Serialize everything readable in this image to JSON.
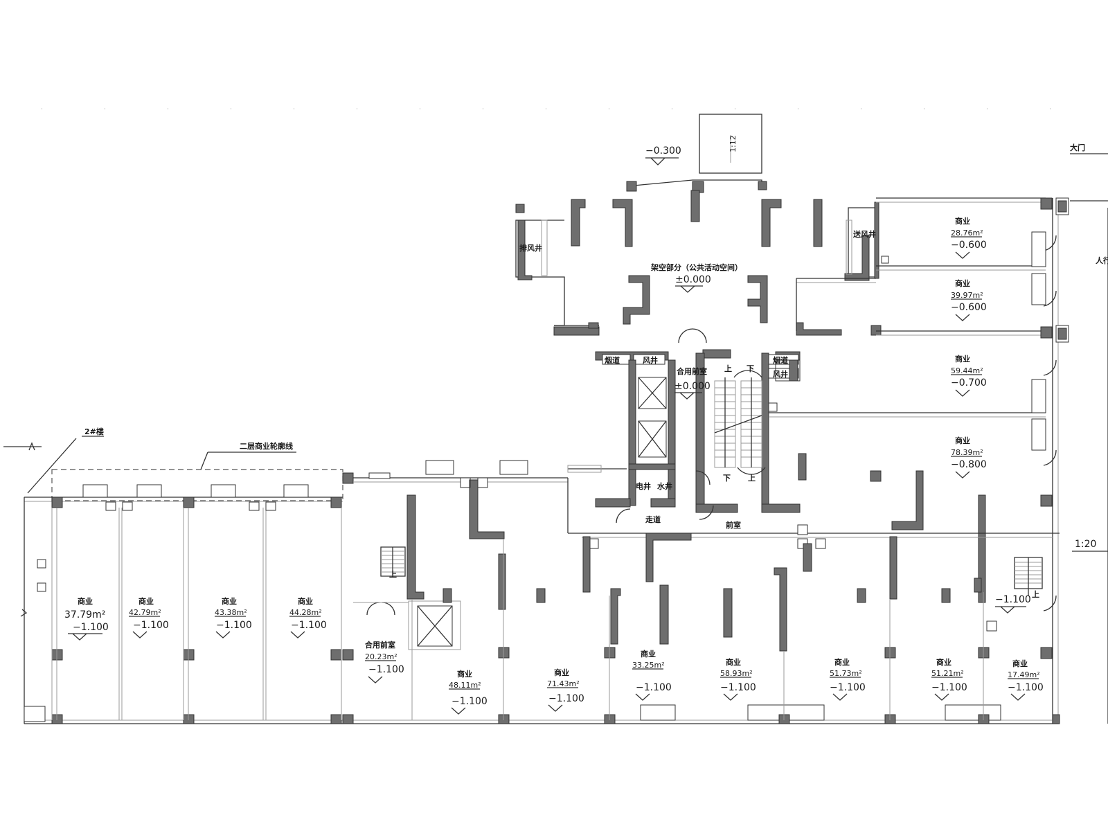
{
  "drawing": {
    "elev_top": "−0.300",
    "ramp_top": "1:12",
    "main_gate": "大门",
    "partial_right": "人行",
    "exhaust_shaft": "排风井",
    "supply_shaft": "送风井",
    "open_space": "架空部分（公共活动空间）",
    "open_space_level": "±0.000",
    "shared_lobby": "合用前室",
    "shared_lobby_level": "±0.000",
    "smoke_duct_left": "烟道",
    "air_shaft": "风井",
    "smoke_duct_right": "烟道",
    "air_shaft_right": "风井",
    "elec_shaft": "电井",
    "water_shaft": "水井",
    "corridor": "走道",
    "front_room": "前室",
    "stair_up": "上",
    "stair_down": "下",
    "building2": "2#楼",
    "outline_note": "二层商业轮廓线",
    "ramp_right": "1:20",
    "shared_lobby_bottom": "合用前室",
    "shared_lobby_bottom_area": "20.23m²",
    "shared_lobby_bottom_level": "−1.100",
    "stair_right_level": "−1.100"
  },
  "shops_right": [
    {
      "name": "商业",
      "area": "28.76m²",
      "level": "−0.600"
    },
    {
      "name": "商业",
      "area": "39.97m²",
      "level": "−0.600"
    },
    {
      "name": "商业",
      "area": "59.44m²",
      "level": "−0.700"
    },
    {
      "name": "商业",
      "area": "78.39m²",
      "level": "−0.800"
    }
  ],
  "shops_left": [
    {
      "name": "商业",
      "area": "37.79m²",
      "level": "−1.100"
    },
    {
      "name": "商业",
      "area": "42.79m²",
      "level": "−1.100"
    },
    {
      "name": "商业",
      "area": "43.38m²",
      "level": "−1.100"
    },
    {
      "name": "商业",
      "area": "44.28m²",
      "level": "−1.100"
    }
  ],
  "shops_bottom": [
    {
      "name": "商业",
      "area": "48.11m²",
      "level": "−1.100"
    },
    {
      "name": "商业",
      "area": "71.43m²",
      "level": "−1.100"
    },
    {
      "name": "商业",
      "area": "33.25m²",
      "level": "−1.100"
    },
    {
      "name": "商业",
      "area": "58.93m²",
      "level": "−1.100"
    },
    {
      "name": "商业",
      "area": "51.73m²",
      "level": "−1.100"
    },
    {
      "name": "商业",
      "area": "51.21m²",
      "level": "−1.100"
    },
    {
      "name": "商业",
      "area": "17.49m²",
      "level": "−1.100"
    }
  ],
  "colors": {
    "wall": "#6e6e6e",
    "line": "#333333",
    "background": "#ffffff"
  }
}
